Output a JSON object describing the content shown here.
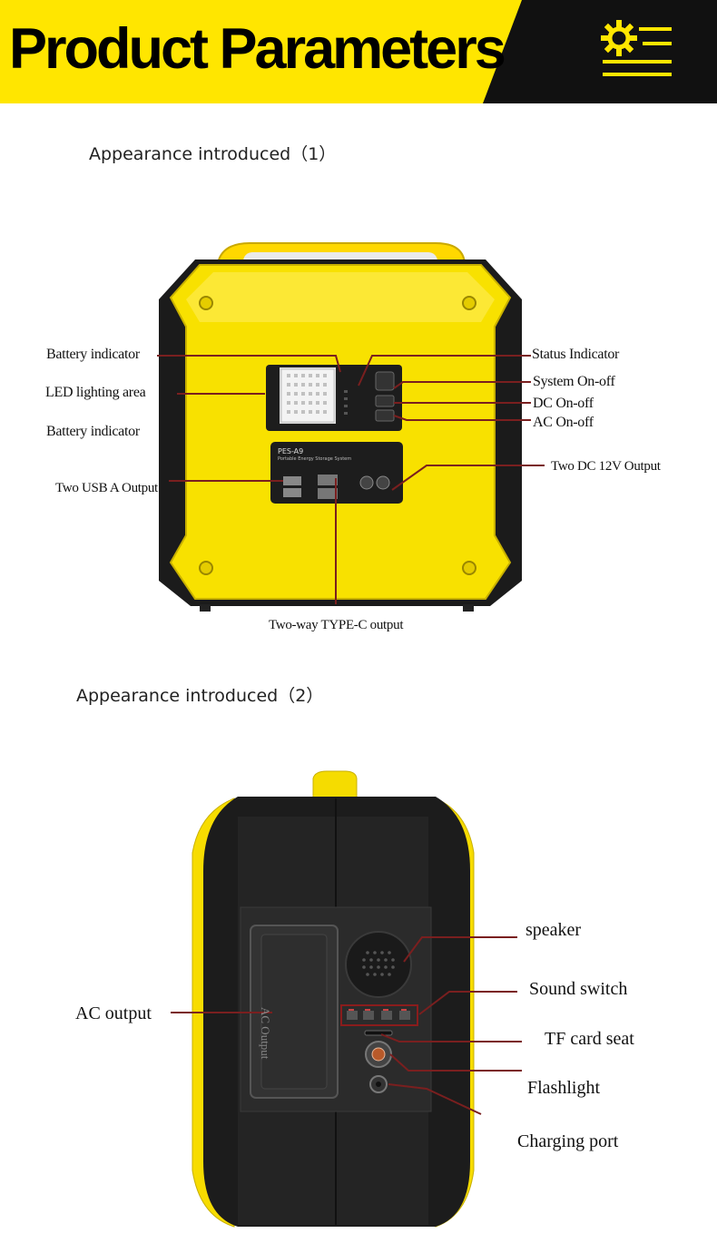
{
  "header": {
    "title": "Product Parameters",
    "icon": "gear-list-icon"
  },
  "section1": {
    "title": "Appearance introduced（1）",
    "labels": {
      "battery_indicator_top": "Battery indicator",
      "led_lighting_area": "LED lighting area",
      "battery_indicator_bottom": "Battery indicator",
      "two_usb_a_output": "Two USB A Output",
      "status_indicator": "Status Indicator",
      "system_on_off": "System On-off",
      "dc_on_off": "DC On-off",
      "ac_on_off": "AC On-off",
      "two_dc_12v_output": "Two DC 12V Output",
      "two_way_type_c_output": "Two-way TYPE-C output"
    },
    "panel_text": {
      "model": "PES-A9",
      "subtitle": "Portable Energy Storage System"
    }
  },
  "section2": {
    "title": "Appearance introduced（2）",
    "labels": {
      "speaker": "speaker",
      "sound_switch": "Sound switch",
      "ac_output": "AC output",
      "tf_card_seat": "TF card seat",
      "flashlight": "Flashlight",
      "charging_port": "Charging port"
    },
    "cover_text": "AC Output"
  },
  "colors": {
    "brand_yellow": "#ffe600",
    "header_black": "#111111",
    "leader_line": "#7a1f1f"
  }
}
